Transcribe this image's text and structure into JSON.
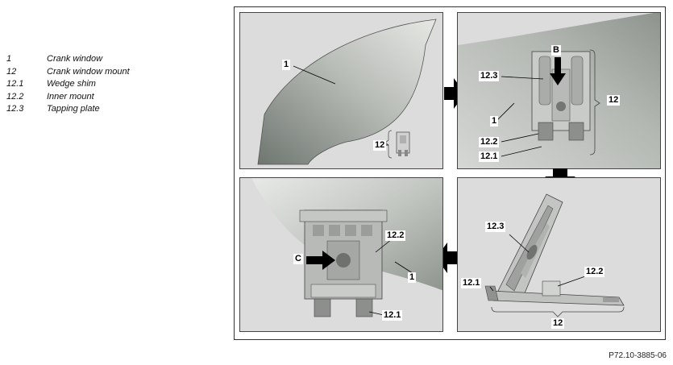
{
  "legend": [
    {
      "num": "1",
      "label": "Crank window"
    },
    {
      "num": "12",
      "label": "Crank window mount"
    },
    {
      "num": "12.1",
      "label": "Wedge shim"
    },
    {
      "num": "12.2",
      "label": "Inner mount"
    },
    {
      "num": "12.3",
      "label": "Tapping plate"
    }
  ],
  "panels": {
    "top_left": {
      "labels": {
        "window": "1",
        "mount": "12"
      }
    },
    "top_right": {
      "labels": {
        "tapping_plate": "12.3",
        "view": "B",
        "window": "1",
        "inner_mount": "12.2",
        "wedge_shim": "12.1",
        "mount": "12"
      }
    },
    "bottom_right": {
      "labels": {
        "tapping_plate": "12.3",
        "wedge_shim": "12.1",
        "inner_mount": "12.2",
        "mount": "12"
      }
    },
    "bottom_left": {
      "labels": {
        "view": "C",
        "inner_mount": "12.2",
        "window": "1",
        "wedge_shim": "12.1"
      }
    }
  },
  "footer": {
    "code": "P72.10-3885-06"
  },
  "colors": {
    "panel_bg": "#dcdcdc",
    "glass_dark": "#6f7670",
    "glass_light": "#e2e4e0",
    "arrow": "#000000"
  }
}
